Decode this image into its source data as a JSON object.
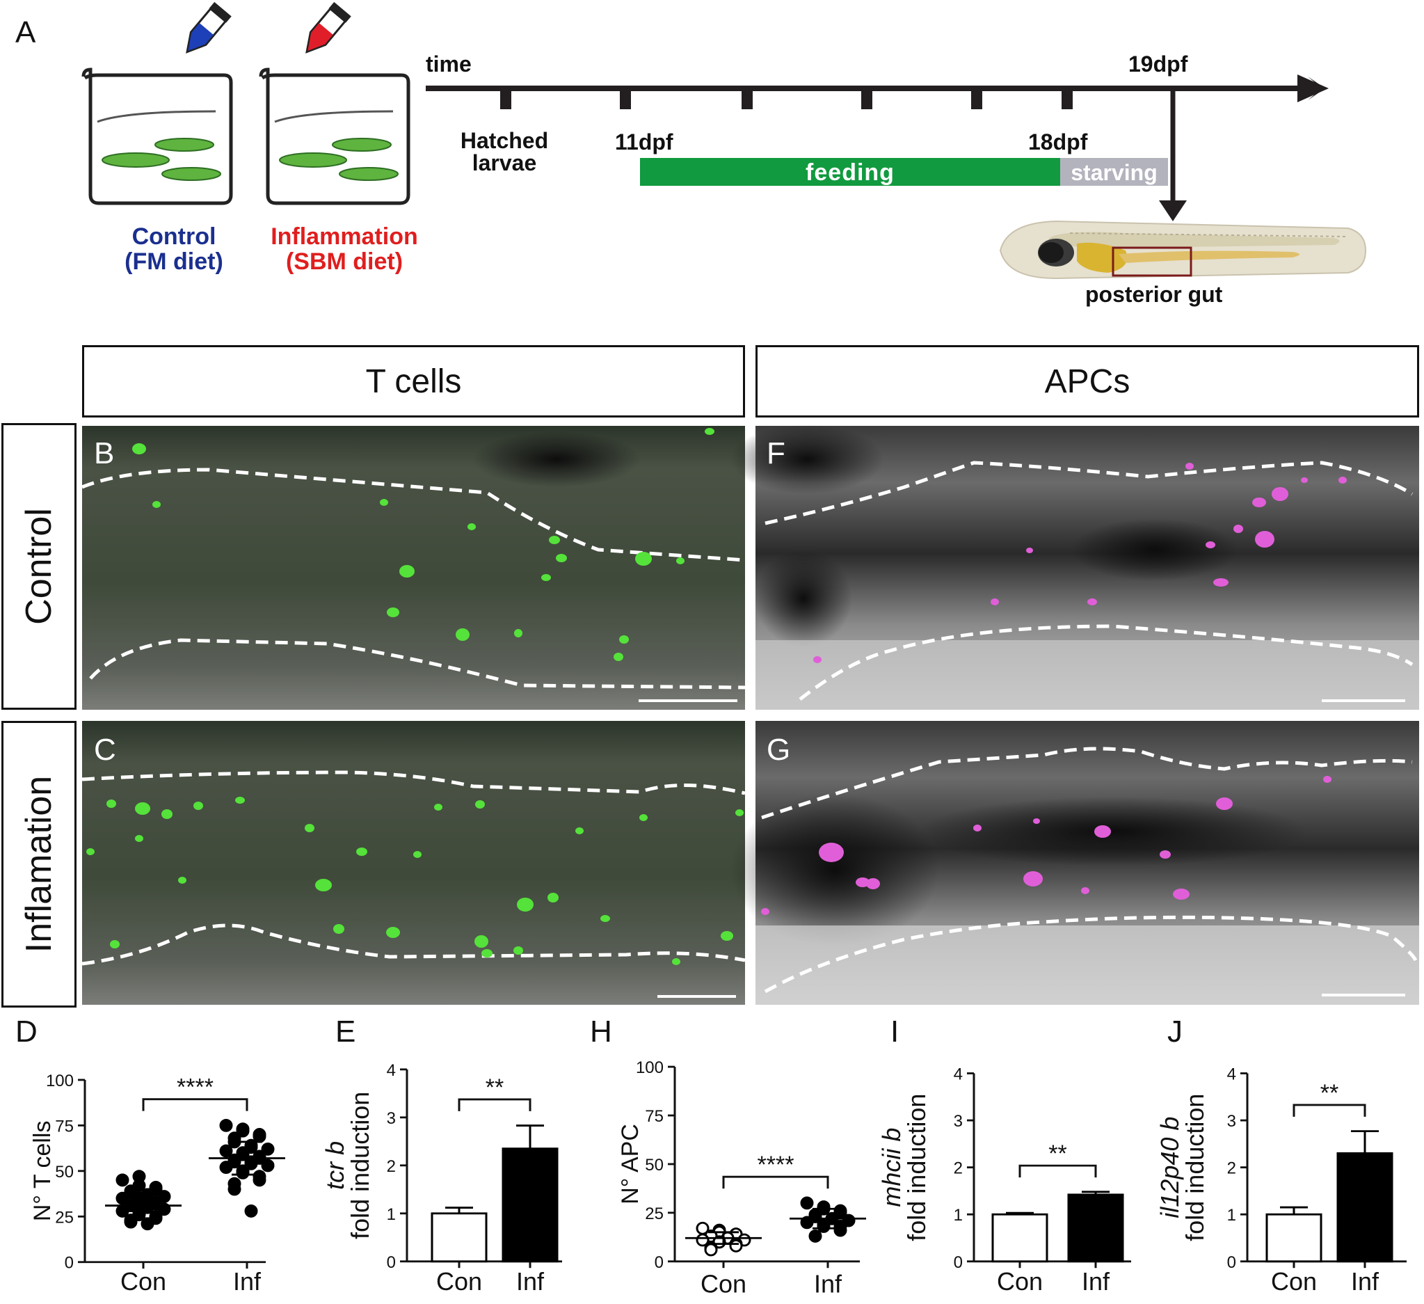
{
  "panel_a": {
    "letter": "A",
    "control_line1": "Control",
    "control_line2": "(FM diet)",
    "inflammation_line1": "Inflammation",
    "inflammation_line2": "(SBM diet)",
    "time_label": "time",
    "end_label": "19dpf",
    "hatched_line1": "Hatched",
    "hatched_line2": "larvae",
    "dpf11": "11dpf",
    "dpf18": "18dpf",
    "feeding": "feeding",
    "starving": "starving",
    "posterior_gut": "posterior gut",
    "colors": {
      "control": "#1a2f8f",
      "inflammation": "#e01e1e",
      "feeding": "#119a3f",
      "starving": "#b3b3bd"
    }
  },
  "headers": {
    "t_cells": "T cells",
    "apcs": "APCs"
  },
  "rows": {
    "control": "Control",
    "inflamation": "Inflamation"
  },
  "micrographs": {
    "b": "B",
    "c": "C",
    "f": "F",
    "g": "G"
  },
  "panels": {
    "d": {
      "letter": "D"
    },
    "e": {
      "letter": "E"
    },
    "h": {
      "letter": "H"
    },
    "i": {
      "letter": "I"
    },
    "j": {
      "letter": "J"
    }
  },
  "chart_data": [
    {
      "id": "D",
      "type": "scatter",
      "ylabel": "N° T cells",
      "ylim": [
        0,
        100
      ],
      "yticks": [
        "0",
        "25",
        "50",
        "75",
        "100"
      ],
      "categories": [
        "Con",
        "Inf"
      ],
      "series": [
        {
          "category": "Con",
          "mean": 31,
          "sd": 7,
          "values": [
            45,
            47,
            42,
            41,
            40,
            39,
            38,
            37,
            37,
            36,
            35,
            34,
            34,
            33,
            32,
            31,
            31,
            30,
            30,
            29,
            28,
            27,
            26,
            25,
            24,
            23,
            22,
            21
          ]
        },
        {
          "category": "Inf",
          "mean": 57,
          "sd": 9,
          "values": [
            75,
            73,
            72,
            70,
            69,
            68,
            66,
            64,
            63,
            62,
            61,
            60,
            59,
            58,
            57,
            56,
            55,
            55,
            54,
            53,
            52,
            50,
            49,
            47,
            45,
            43,
            40,
            28
          ]
        }
      ],
      "significance": "****"
    },
    {
      "id": "E",
      "type": "bar",
      "ylabel_italic": "tcr b",
      "ylabel": "fold induction",
      "ylim": [
        0,
        4
      ],
      "yticks": [
        "0",
        "1",
        "2",
        "3",
        "4"
      ],
      "categories": [
        "Con",
        "Inf"
      ],
      "values": [
        1.0,
        2.35
      ],
      "errors": [
        0.12,
        0.48
      ],
      "significance": "**"
    },
    {
      "id": "H",
      "type": "scatter",
      "ylabel": "N° APC",
      "ylim": [
        0,
        100
      ],
      "yticks": [
        "0",
        "25",
        "50",
        "75",
        "100"
      ],
      "categories": [
        "Con",
        "Inf"
      ],
      "series": [
        {
          "category": "Con",
          "mean": 12,
          "sd": 3,
          "open": true,
          "values": [
            17,
            16,
            15,
            14,
            14,
            13,
            13,
            12,
            12,
            11,
            11,
            10,
            10,
            9,
            8,
            7,
            6
          ]
        },
        {
          "category": "Inf",
          "mean": 22,
          "sd": 5,
          "open": false,
          "values": [
            30,
            28,
            27,
            26,
            25,
            24,
            23,
            22,
            22,
            21,
            20,
            19,
            18,
            18,
            16,
            13
          ]
        }
      ],
      "significance": "****"
    },
    {
      "id": "I",
      "type": "bar",
      "ylabel_italic": "mhcii b",
      "ylabel": "fold induction",
      "ylim": [
        0,
        4
      ],
      "yticks": [
        "0",
        "1",
        "2",
        "3",
        "4"
      ],
      "categories": [
        "Con",
        "Inf"
      ],
      "values": [
        1.0,
        1.42
      ],
      "errors": [
        0.03,
        0.06
      ],
      "significance": "**"
    },
    {
      "id": "J",
      "type": "bar",
      "ylabel_italic": "il12p40 b",
      "ylabel": "fold induction",
      "ylim": [
        0,
        4
      ],
      "yticks": [
        "0",
        "1",
        "2",
        "3",
        "4"
      ],
      "categories": [
        "Con",
        "Inf"
      ],
      "values": [
        1.0,
        2.3
      ],
      "errors": [
        0.15,
        0.47
      ],
      "significance": "**"
    }
  ]
}
